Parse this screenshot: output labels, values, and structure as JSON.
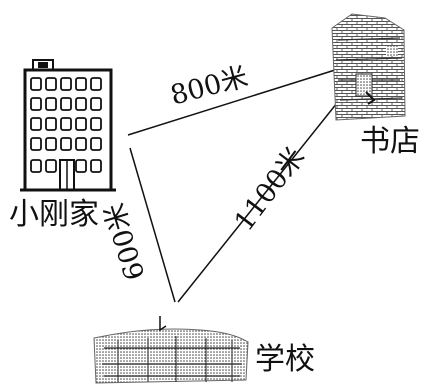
{
  "places": {
    "home": "小刚家",
    "bookstore": "书店",
    "school": "学校"
  },
  "distances": {
    "home_to_bookstore": "800米",
    "bookstore_to_school": "1100米",
    "home_to_school": "600米"
  },
  "colors": {
    "ink": "#111111",
    "background": "#ffffff"
  },
  "icons": {
    "home": "building-icon",
    "bookstore": "bookstore-icon",
    "school": "school-icon"
  }
}
